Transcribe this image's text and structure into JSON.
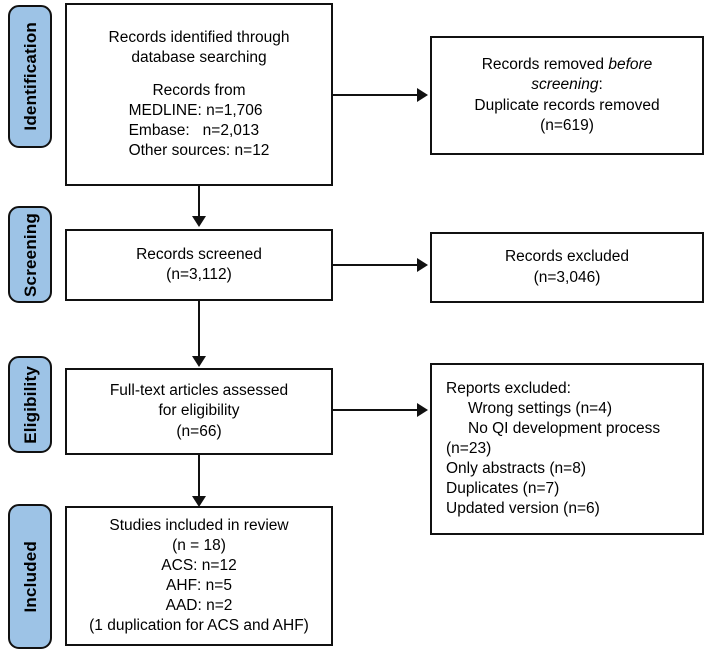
{
  "diagram": {
    "type": "prisma-flow-diagram",
    "title": "PRISMA flow diagram",
    "accent_color": "#9dc3e6",
    "border_color": "#111111",
    "background_color": "#ffffff"
  },
  "phases": [
    {
      "id": "identification",
      "label": "Identification"
    },
    {
      "id": "screening",
      "label": "Screening"
    },
    {
      "id": "eligibility",
      "label": "Eligibility"
    },
    {
      "id": "included",
      "label": "Included"
    }
  ],
  "boxes": {
    "identified": {
      "id": "records-identified",
      "heading_line_1": "Records identified through",
      "heading_line_2": "database searching",
      "sources_heading": "Records from",
      "sources": [
        {
          "label": "MEDLINE:",
          "value": "n=1,706",
          "text": "MEDLINE: n=1,706"
        },
        {
          "label": "Embase:",
          "value": "n=2,013",
          "text": "Embase:   n=2,013"
        },
        {
          "label": "Other sources:",
          "value": "n=12",
          "text": "Other sources: n=12"
        }
      ]
    },
    "removed_before_screening": {
      "id": "records-removed-before-screening",
      "line_1_prefix": "Records removed ",
      "line_1_italic": "before",
      "line_2_italic": "screening",
      "line_2_suffix": ":",
      "line_3": "Duplicate records removed",
      "count": "(n=619)"
    },
    "screened": {
      "id": "records-screened",
      "line_1": "Records screened",
      "count": "(n=3,112)"
    },
    "excluded_screening": {
      "id": "records-excluded",
      "line_1": "Records excluded",
      "count": "(n=3,046)"
    },
    "fulltext": {
      "id": "full-text-assessed",
      "line_1": "Full-text articles assessed",
      "line_2": "for eligibility",
      "count": "(n=66)"
    },
    "reports_excluded": {
      "id": "reports-excluded",
      "heading": "Reports excluded:",
      "reasons": [
        "Wrong settings (n=4)",
        "No QI development process",
        "(n=23)",
        "Only abstracts (n=8)",
        "Duplicates (n=7)",
        "Updated version (n=6)"
      ]
    },
    "included": {
      "id": "studies-included",
      "line_1": "Studies included in review",
      "count": "(n = 18)",
      "breakdown": [
        "ACS: n=12",
        "AHF: n=5",
        "AAD: n=2"
      ],
      "note": "(1 duplication for ACS and AHF)"
    }
  },
  "connectors": [
    {
      "id": "identified-to-screened",
      "direction": "down"
    },
    {
      "id": "identified-to-removed",
      "direction": "right"
    },
    {
      "id": "screened-to-fulltext",
      "direction": "down"
    },
    {
      "id": "screened-to-excluded",
      "direction": "right"
    },
    {
      "id": "fulltext-to-included",
      "direction": "down"
    },
    {
      "id": "fulltext-to-reports-excluded",
      "direction": "right"
    }
  ]
}
